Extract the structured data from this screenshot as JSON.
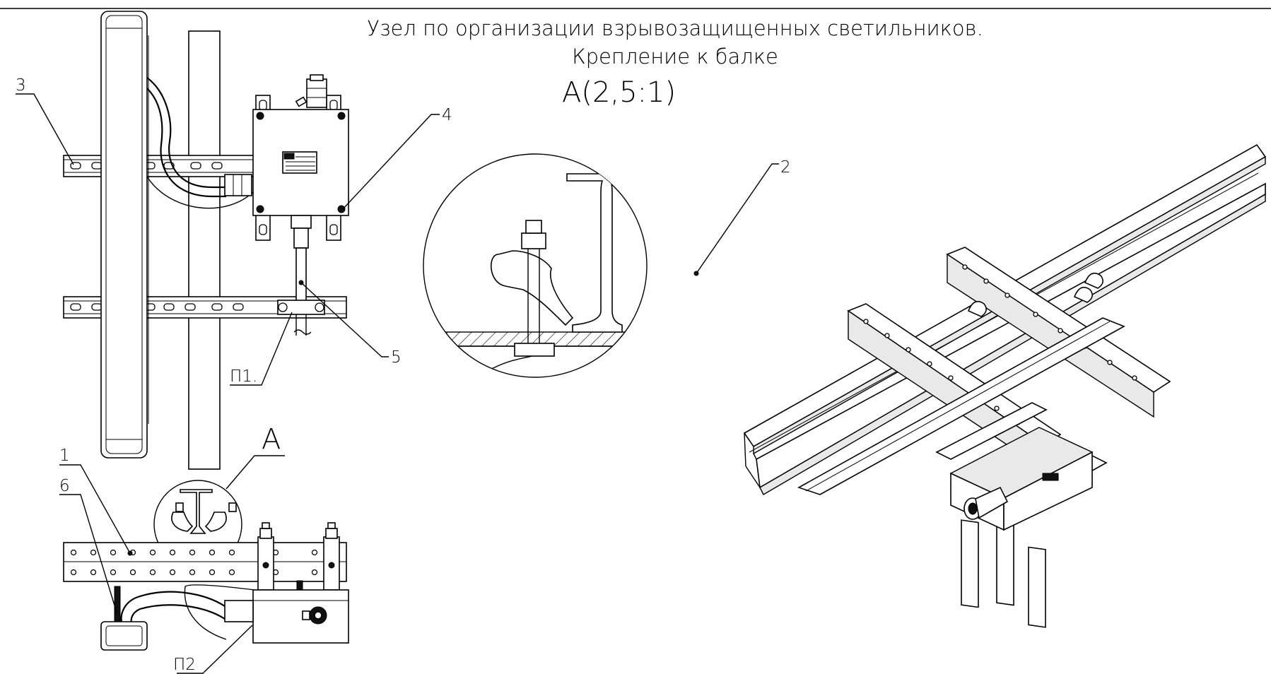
{
  "drawing": {
    "title_line1": "Узел по организации взрывозащищенных светильников.",
    "title_line2": "Крепление к балке",
    "detail_callout": "A(2,5:1)",
    "detail_marker": "A"
  },
  "labels": {
    "item1": "1",
    "item2": "2",
    "item3": "3",
    "item4": "4",
    "item5": "5",
    "item6": "6",
    "p1": "П1.",
    "p2": "П2"
  },
  "colors": {
    "line": "#000000",
    "background": "#ffffff",
    "shade": "#e9e9e9"
  }
}
